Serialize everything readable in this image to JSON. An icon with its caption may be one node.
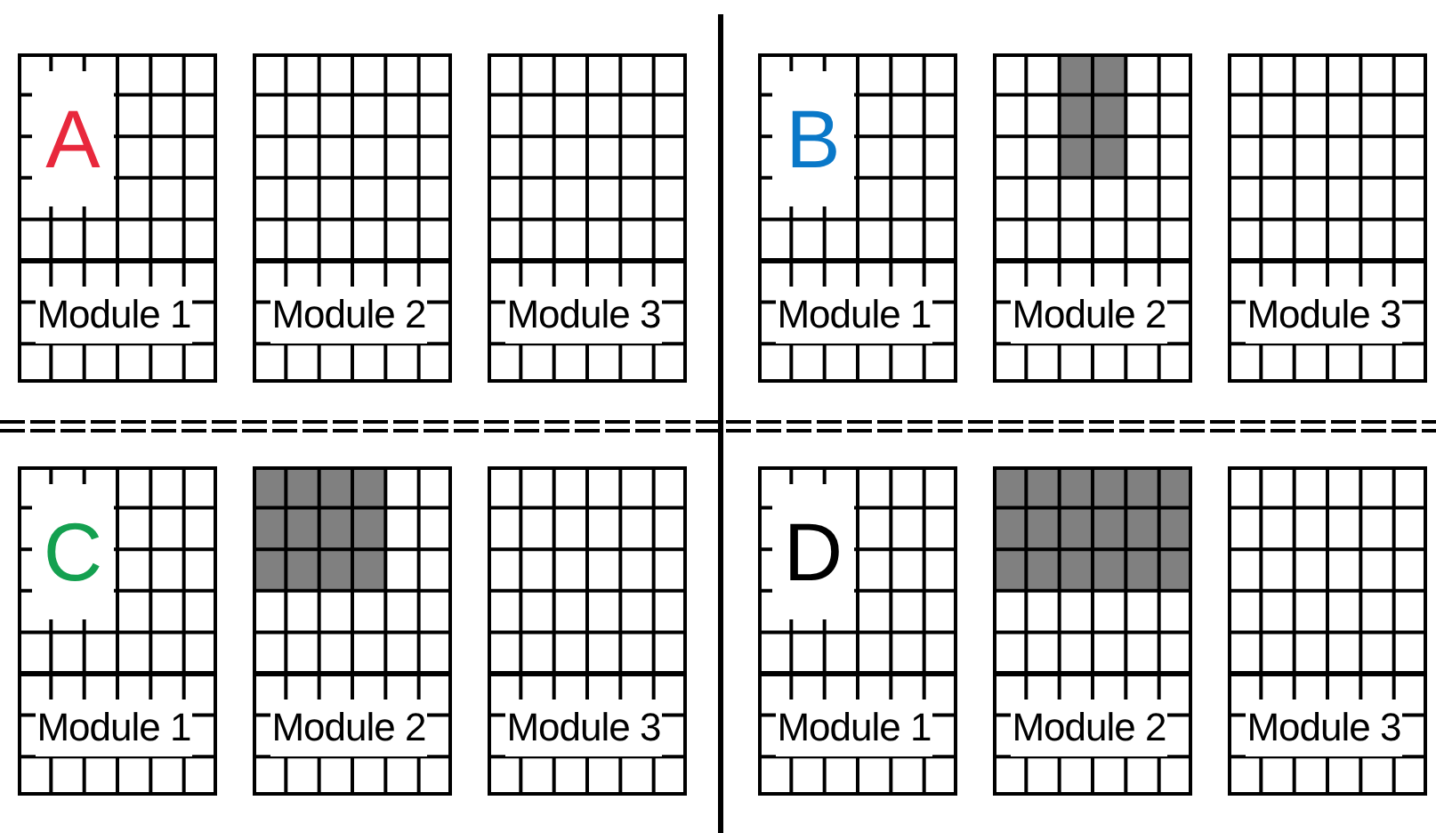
{
  "diagram": {
    "nodes": [
      {
        "text": [
          "Module 1"
        ]
      },
      {
        "text": [
          "Module 2"
        ]
      },
      {
        "text": [
          "Module 3"
        ]
      },
      {
        "text": [
          "Module 1"
        ]
      },
      {
        "text": [
          "Module 2"
        ]
      },
      {
        "text": [
          "Module 3"
        ]
      },
      {
        "text": [
          "Module 1"
        ]
      },
      {
        "text": [
          "Module 2"
        ]
      },
      {
        "text": [
          "Module 3"
        ]
      },
      {
        "text": [
          "Module 1"
        ]
      },
      {
        "text": [
          "Module 2"
        ]
      },
      {
        "text": [
          "Module 3"
        ]
      }
    ],
    "labels": [
      "A",
      "B",
      "C",
      "D"
    ]
  }
}
